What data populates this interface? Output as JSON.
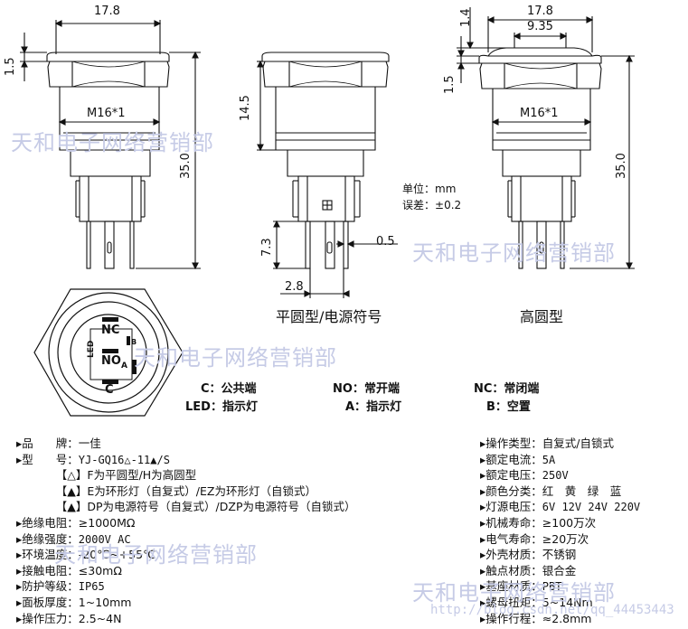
{
  "dimensions": {
    "width_top": "17.8",
    "inner_width": "9.35",
    "flange_h": "1.5",
    "dome_h": "1.4",
    "thread": "M16*1",
    "total_h": "35.0",
    "body_h": "14.5",
    "pin_h": "7.3",
    "pin_w": "0.5",
    "pin_pitch": "2.8"
  },
  "units": {
    "unit_label": "单位：",
    "unit_value": "mm",
    "tolerance_label": "误差：",
    "tolerance_value": "±0.2"
  },
  "view_labels": {
    "flat": "平圆型/电源符号",
    "high": "高圆型"
  },
  "terminal_marks": {
    "nc": "NC",
    "no": "NO",
    "c": "C",
    "led": "LED",
    "b": "B",
    "a": "A"
  },
  "legend": [
    {
      "key": "C：",
      "text": "公共端"
    },
    {
      "key": "NO：",
      "text": "常开端"
    },
    {
      "key": "NC：",
      "text": "常闭端"
    },
    {
      "key": "LED：",
      "text": "指示灯"
    },
    {
      "key": "A：",
      "text": "指示灯"
    },
    {
      "key": "B：",
      "text": "空置"
    }
  ],
  "specs_left": [
    {
      "label": "▸品　　牌：",
      "value": "一佳"
    },
    {
      "label": "▸型　　号：",
      "value": "YJ-GQ16△-11▲/S"
    },
    {
      "label": "　　　　【△】",
      "value": "F为平圆型/H为高圆型"
    },
    {
      "label": "　　　　【▲】",
      "value": "E为环形灯（自复式）/EZ为环形灯（自锁式）"
    },
    {
      "label": "　　　　【▲】",
      "value": "DP为电源符号（自复式）/DZP为电源符号（自锁式）"
    },
    {
      "label": "▸绝缘电阻：",
      "value": "≥1000MΩ"
    },
    {
      "label": "▸绝缘强度：",
      "value": "2000V AC"
    },
    {
      "label": "▸环境温度：",
      "value": "-20℃~+55℃"
    },
    {
      "label": "▸接触电阻：",
      "value": "≤30mΩ"
    },
    {
      "label": "▸防护等级：",
      "value": "IP65"
    },
    {
      "label": "▸面板厚度：",
      "value": "1~10mm"
    },
    {
      "label": "▸操作压力：",
      "value": "2.5~4N"
    }
  ],
  "specs_right": [
    {
      "label": "▸操作类型：",
      "value": "自复式/自锁式"
    },
    {
      "label": "▸额定电流：",
      "value": "5A"
    },
    {
      "label": "▸额定电压：",
      "value": "250V"
    },
    {
      "label": "▸颜色分类：",
      "value": "红　黄　绿　蓝"
    },
    {
      "label": "▸灯源电压：",
      "value": "6V  12V  24V  220V"
    },
    {
      "label": "▸机械寿命：",
      "value": "≥100万次"
    },
    {
      "label": "▸电气寿命：",
      "value": "≥20万次"
    },
    {
      "label": "▸外壳材质：",
      "value": "不锈钢"
    },
    {
      "label": "▸触点材质：",
      "value": "银合金"
    },
    {
      "label": "▸基座材质：",
      "value": "PBT"
    },
    {
      "label": "▸螺母扭矩：",
      "value": "5~14Nm"
    },
    {
      "label": "▸操作行程：",
      "value": "≈2.8mm"
    }
  ],
  "watermark": {
    "text": "天和电子网络营销部",
    "url_fragment": "http://blog.csdn.net/qq_44453443"
  }
}
